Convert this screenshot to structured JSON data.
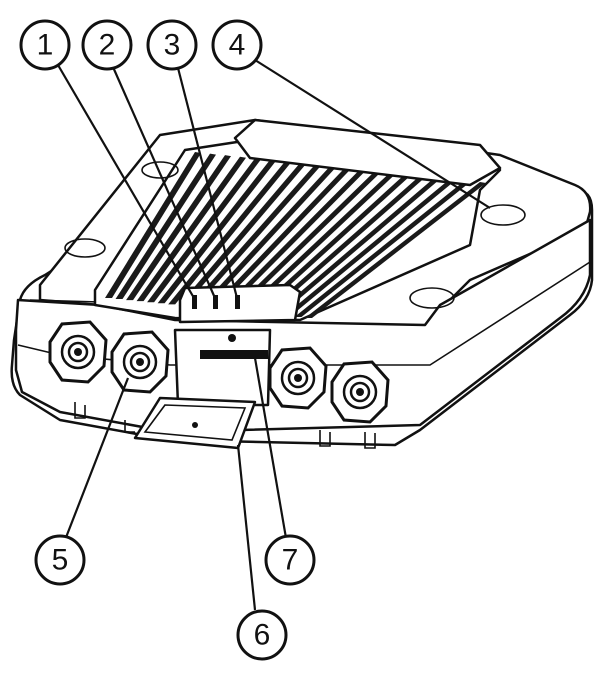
{
  "callouts": [
    {
      "id": "1",
      "label": "1"
    },
    {
      "id": "2",
      "label": "2"
    },
    {
      "id": "3",
      "label": "3"
    },
    {
      "id": "4",
      "label": "4"
    },
    {
      "id": "5",
      "label": "5"
    },
    {
      "id": "6",
      "label": "6"
    },
    {
      "id": "7",
      "label": "7"
    }
  ],
  "icons": {
    "device": "video-encoder-device-icon",
    "connector": "bnc-connector-icon",
    "led": "status-led-icon",
    "slot": "sd-card-slot-icon"
  },
  "colors": {
    "line": "#111111",
    "background": "#ffffff",
    "fins": "#1a1a1a"
  }
}
